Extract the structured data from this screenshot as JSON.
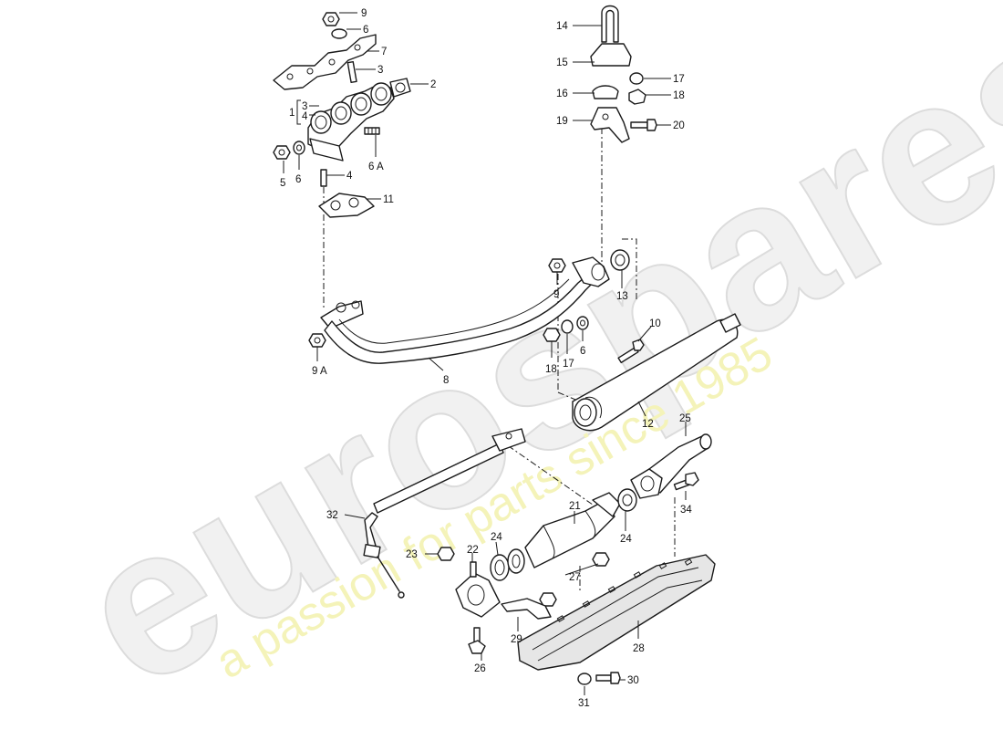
{
  "watermark": {
    "brand": "eurospares",
    "tagline": "a passion for parts since 1985"
  },
  "footer": {
    "drawing_ref": ""
  },
  "callouts": {
    "c1": "1",
    "c3": "3",
    "c4": "4",
    "c2": "2",
    "c3b": "3",
    "c4b": "4",
    "c5": "5",
    "c6a": "6",
    "c6b": "6",
    "c6c": "6",
    "c6A": "6 A",
    "c7": "7",
    "c8": "8",
    "c9a": "9",
    "c9b": "9",
    "c9A": "9 A",
    "c10": "10",
    "c11": "11",
    "c12": "12",
    "c13": "13",
    "c14": "14",
    "c15": "15",
    "c16": "16",
    "c17a": "17",
    "c17b": "17",
    "c18a": "18",
    "c18b": "18",
    "c19": "19",
    "c20": "20",
    "c21": "21",
    "c22": "22",
    "c23": "23",
    "c24a": "24",
    "c24b": "24",
    "c25": "25",
    "c26": "26",
    "c27": "27",
    "c28": "28",
    "c29": "29",
    "c30": "30",
    "c31": "31",
    "c32": "32",
    "c34": "34"
  }
}
